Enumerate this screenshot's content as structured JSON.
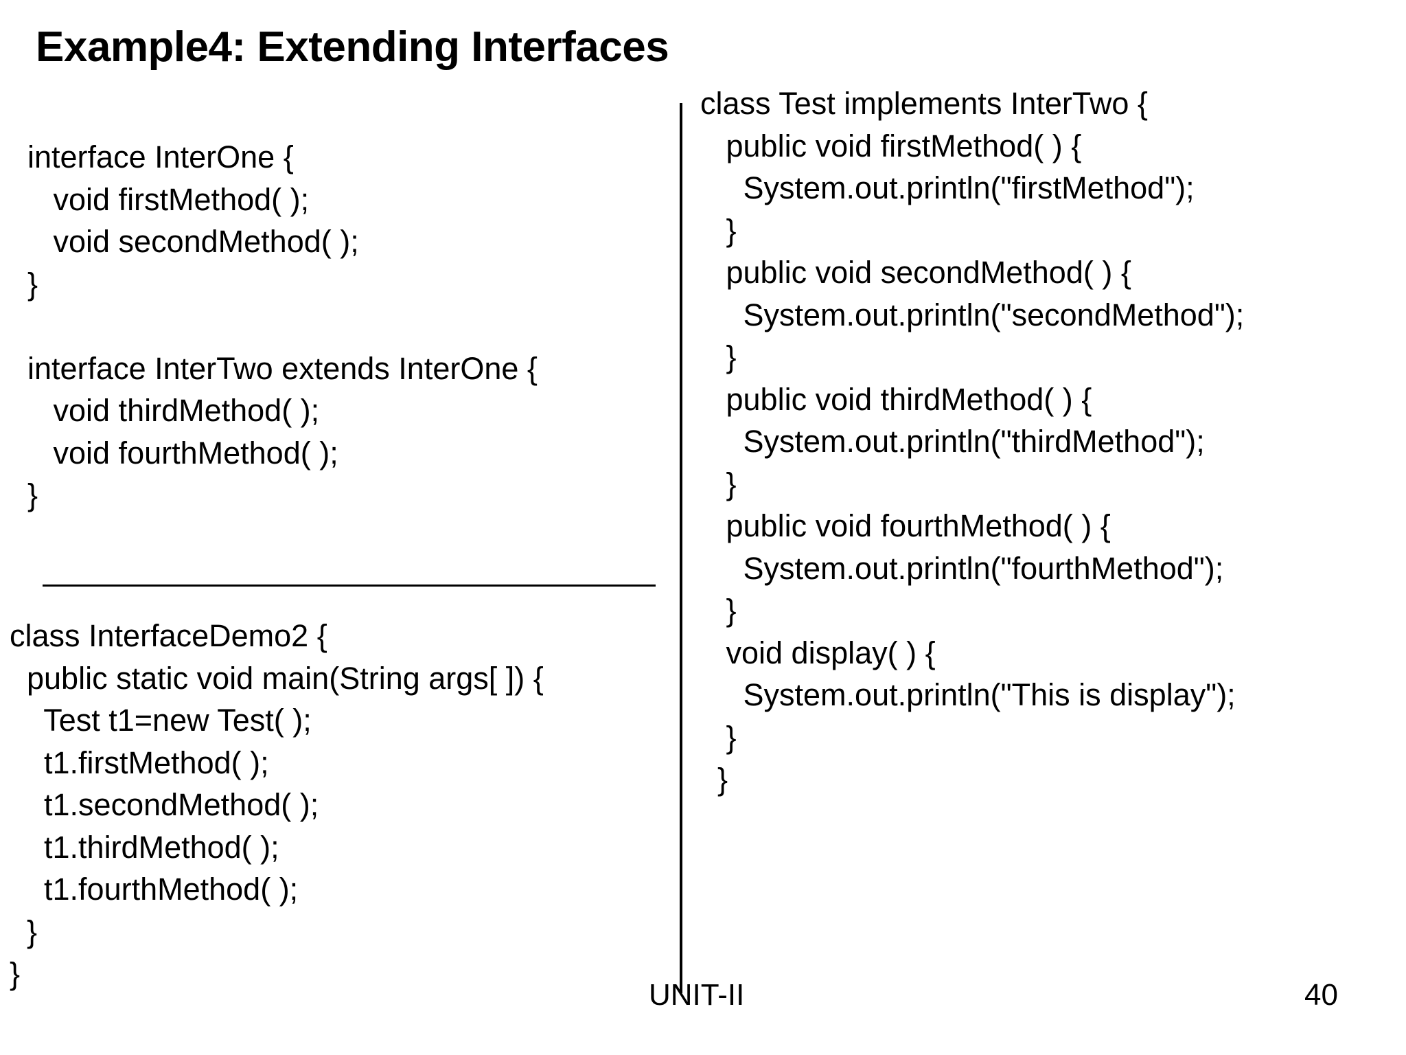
{
  "slide": {
    "title": "Example4: Extending Interfaces",
    "background_color": "#ffffff",
    "text_color": "#000000"
  },
  "left_column": {
    "top_block": {
      "name": "interface-definitions-code",
      "lines": [
        "interface InterOne {",
        "   void firstMethod( );",
        "   void secondMethod( );",
        "}",
        "",
        "interface InterTwo extends InterOne {",
        "   void thirdMethod( );",
        "   void fourthMethod( );",
        "}"
      ]
    },
    "bottom_block": {
      "name": "interface-demo2-code",
      "lines": [
        "class InterfaceDemo2 {",
        "  public static void main(String args[ ]) {",
        "    Test t1=new Test( );",
        "    t1.firstMethod( );",
        "    t1.secondMethod( );",
        "    t1.thirdMethod( );",
        "    t1.fourthMethod( );",
        "  }",
        "}"
      ]
    }
  },
  "right_column": {
    "block": {
      "name": "test-class-code",
      "lines": [
        "class Test implements InterTwo {",
        "   public void firstMethod( ) {",
        "     System.out.println(\"firstMethod\");",
        "   }",
        "   public void secondMethod( ) {",
        "     System.out.println(\"secondMethod\");",
        "   }",
        "   public void thirdMethod( ) {",
        "     System.out.println(\"thirdMethod\");",
        "   }",
        "   public void fourthMethod( ) {",
        "     System.out.println(\"fourthMethod\");",
        "   }",
        "   void display( ) {",
        "     System.out.println(\"This is display\");",
        "   }",
        "  }"
      ]
    }
  },
  "footer": {
    "unit_label": "UNIT-II",
    "page_number": "40"
  }
}
